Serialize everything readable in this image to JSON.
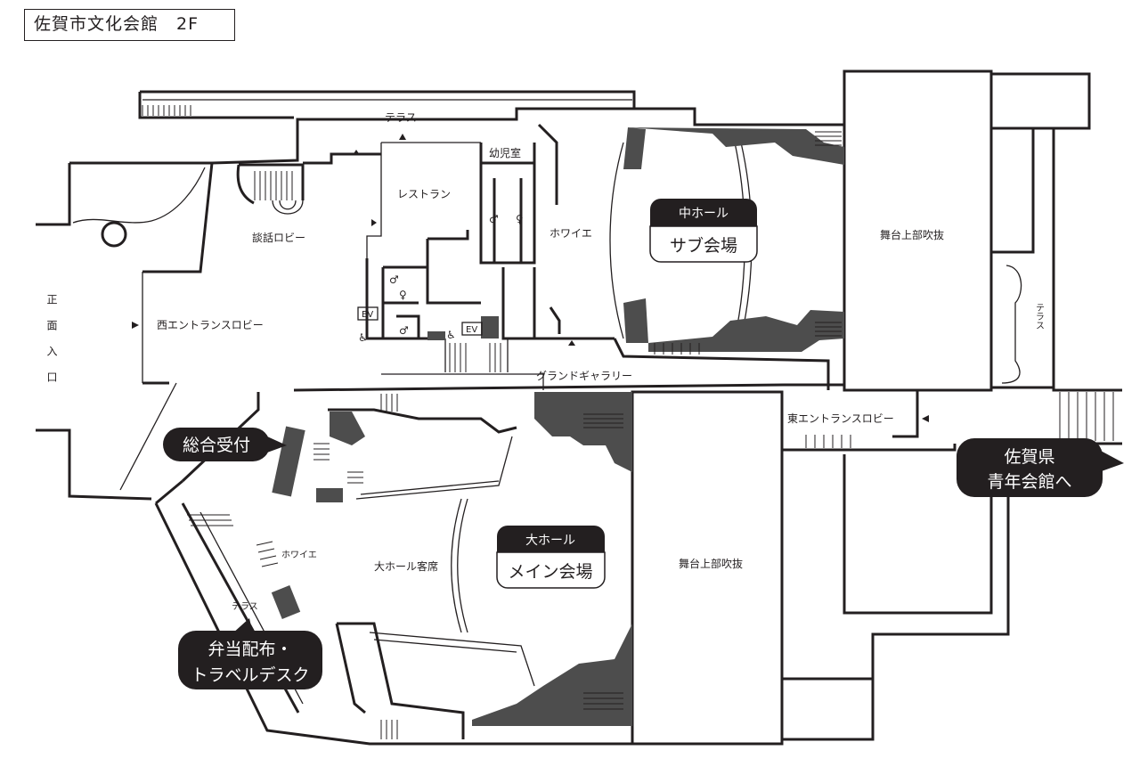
{
  "title": "佐賀市文化会館　2F",
  "rooms": {
    "terrace_top": "テラス",
    "infant_room": "幼児室",
    "restaurant": "レストラン",
    "talk_lobby": "談話ロビー",
    "foyer_middle": "ホワイエ",
    "stage_loft_middle": "舞台上部吹抜",
    "terrace_right": "テラス",
    "main_entrance": "正面入口",
    "west_entrance_lobby": "西エントランスロビー",
    "grand_gallery": "グランドギャラリー",
    "east_entrance_lobby": "東エントランスロビー",
    "foyer_large": "ホワイエ",
    "large_hall_seats": "大ホール客席",
    "stage_loft_large": "舞台上部吹抜",
    "terrace_left": "テラス",
    "ev": "EV"
  },
  "halls": {
    "middle": {
      "top": "中ホール",
      "bottom": "サブ会場"
    },
    "large": {
      "top": "大ホール",
      "bottom": "メイン会場"
    }
  },
  "callouts": {
    "reception": "総合受付",
    "bento_line1": "弁当配布・",
    "bento_line2": "トラベルデスク",
    "youth_line1": "佐賀県",
    "youth_line2": "青年会館へ"
  },
  "colors": {
    "ink": "#231f20",
    "dark_area": "#4d4d4d",
    "callout_bg": "#231f20"
  }
}
